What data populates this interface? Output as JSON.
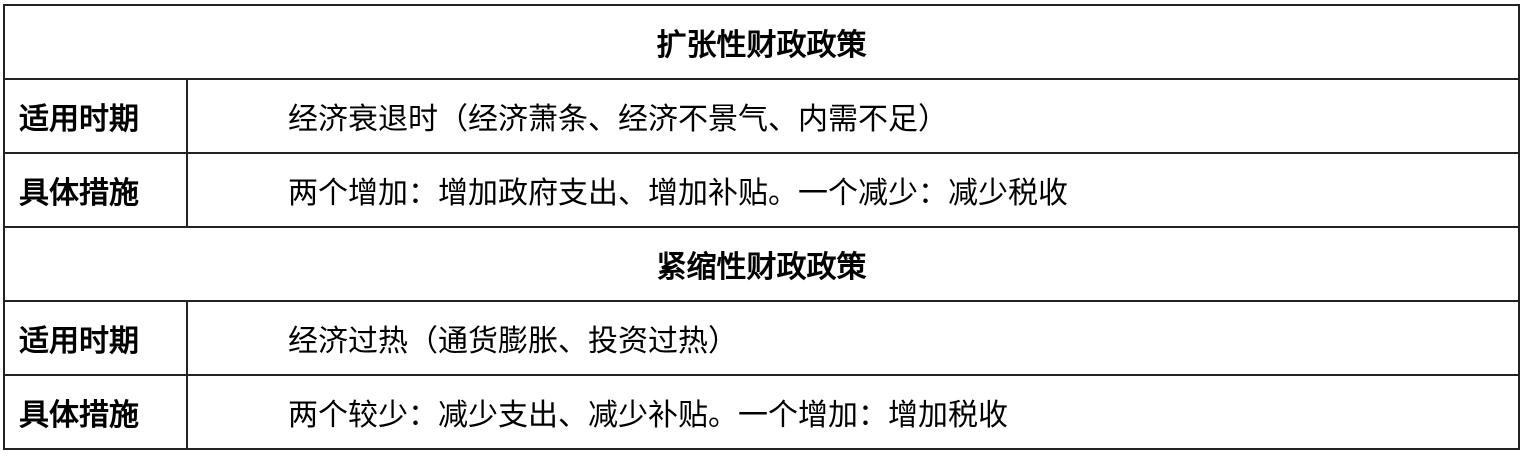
{
  "sections": [
    {
      "title": "扩张性财政政策",
      "rows": [
        {
          "label": "适用时期",
          "value": "经济衰退时（经济萧条、经济不景气、内需不足）"
        },
        {
          "label": "具体措施",
          "value": "两个增加：增加政府支出、增加补贴。一个减少：减少税收"
        }
      ]
    },
    {
      "title": "紧缩性财政政策",
      "rows": [
        {
          "label": "适用时期",
          "value": "经济过热（通货膨胀、投资过热）"
        },
        {
          "label": "具体措施",
          "value": "两个较少：减少支出、减少补贴。一个增加：增加税收"
        }
      ]
    }
  ]
}
